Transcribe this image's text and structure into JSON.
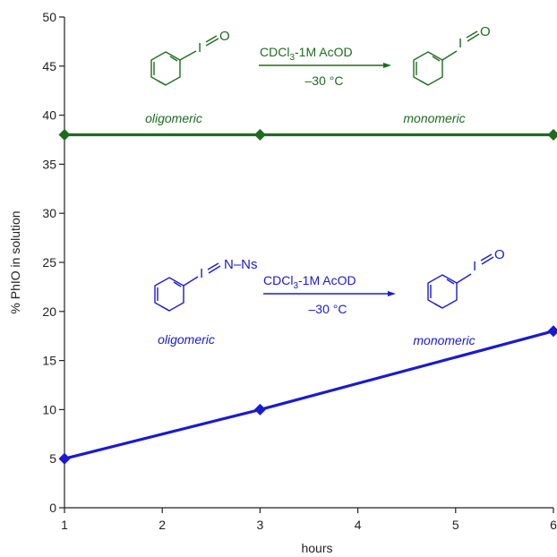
{
  "chart_data": {
    "type": "line",
    "xlabel": "hours",
    "ylabel": "% PhIO in solution",
    "xlim": [
      1,
      6
    ],
    "ylim": [
      0,
      50
    ],
    "x_axis_scale_note": "x ticks are evenly labelled 1..6 but points at 1, 3, 6 sit at 1, 3, 6",
    "xticks": [
      "1",
      "2",
      "3",
      "4",
      "5",
      "6"
    ],
    "yticks": [
      "0",
      "5",
      "10",
      "15",
      "20",
      "25",
      "30",
      "35",
      "40",
      "45",
      "50"
    ],
    "grid": false,
    "series": [
      {
        "color": "#1f6b1f",
        "x": [
          1,
          3,
          6
        ],
        "y": [
          38,
          38,
          38
        ]
      },
      {
        "color": "#1a1ad0",
        "x": [
          1,
          3,
          6
        ],
        "y": [
          5,
          10,
          18
        ]
      }
    ]
  },
  "scheme_top": {
    "condition": "CDCl3-1M AcOD",
    "condition_main": "CDCl",
    "condition_sub": "3",
    "condition_rest": "-1M AcOD",
    "temperature": "–30 °C",
    "left_label": "oligomeric",
    "right_label": "monomeric",
    "atom_left": "I",
    "atom_o_left": "O",
    "atom_right": "I",
    "atom_o_right": "O"
  },
  "scheme_bottom": {
    "condition_main": "CDCl",
    "condition_sub": "3",
    "condition_rest": "-1M AcOD",
    "temperature": "–30 °C",
    "left_label": "oligomeric",
    "right_label": "monomeric",
    "atom_left_i": "I",
    "atom_left_n": "N–Ns",
    "atom_right": "I",
    "atom_o_right": "O"
  }
}
